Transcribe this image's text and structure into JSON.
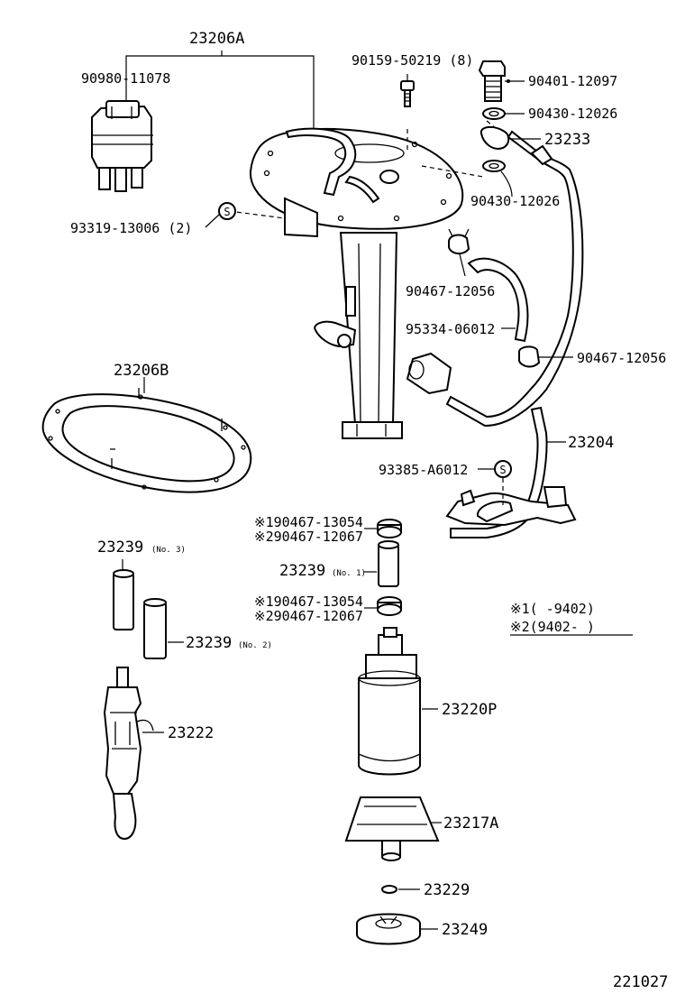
{
  "labels": {
    "l_23206A": "23206A",
    "l_90980_11078": "90980-11078",
    "l_90159_50219": "90159-50219 (8)",
    "l_90401_12097": "90401-12097",
    "l_90430_12026_a": "90430-12026",
    "l_23233": "23233",
    "l_90430_12026_b": "90430-12026",
    "l_93319_13006": "93319-13006 (2)",
    "l_90467_12056_a": "90467-12056",
    "l_95334_06012": "95334-06012",
    "l_90467_12056_b": "90467-12056",
    "l_23206B": "23206B",
    "l_23204": "23204",
    "l_93385_A6012": "93385-A6012",
    "l_c1_90467_13054_a": "※190467-13054",
    "l_c2_90467_12067_a": "※290467-12067",
    "l_23239_no3": "23239",
    "l_23239_no3_sub": "(No. 3)",
    "l_23239_no1": "23239",
    "l_23239_no1_sub": "(No. 1)",
    "l_c1_90467_13054_b": "※190467-13054",
    "l_c2_90467_12067_b": "※290467-12067",
    "l_23239_no2": "23239",
    "l_23239_no2_sub": "(No. 2)",
    "l_23222": "23222",
    "l_23220P": "23220P",
    "l_23217A": "23217A",
    "l_23229": "23229",
    "l_23249": "23249",
    "s_symbol": "S"
  },
  "legend": {
    "line1": "※1(      -9402)",
    "line2": "※2(9402-      )"
  },
  "figure_number": "221027"
}
